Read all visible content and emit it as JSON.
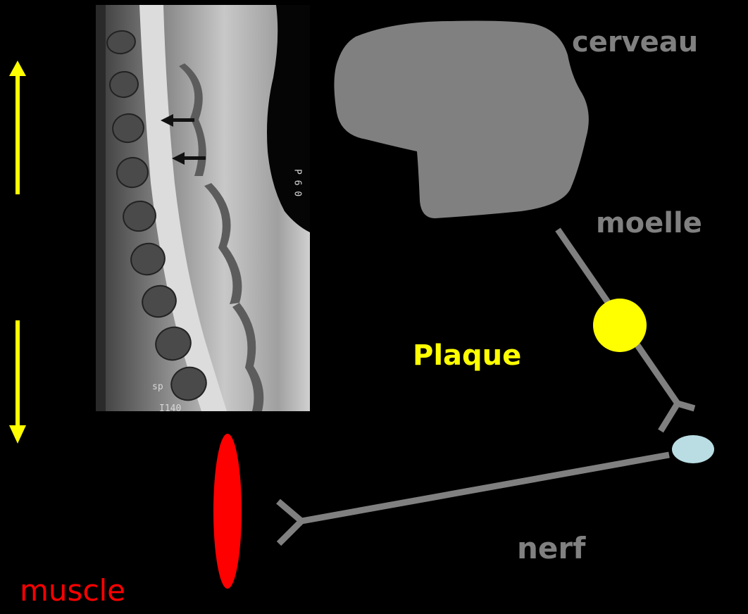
{
  "labels": {
    "brain": "cerveau",
    "spinal_cord": "moelle",
    "plaque": "Plaque",
    "nerve": "nerf",
    "muscle": "muscle"
  },
  "mri": {
    "bottom_label": "I140",
    "lower_left_label": "sp",
    "side_label": "P 6 0"
  },
  "colors": {
    "background": "#000000",
    "brain": "#808080",
    "pathway": "#808080",
    "label_gray": "#808080",
    "plaque": "#ffff00",
    "synapse": "#b9dde2",
    "muscle": "#ff0000",
    "arrow": "#ffff00"
  }
}
